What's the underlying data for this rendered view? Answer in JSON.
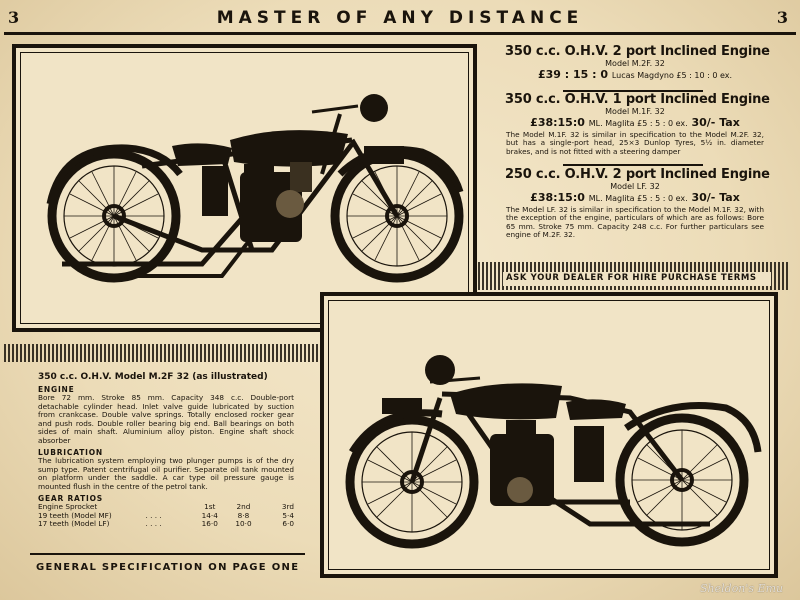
{
  "header": {
    "page_left": "3",
    "title": "MASTER OF ANY DISTANCE",
    "page_right": "3"
  },
  "models": [
    {
      "heading": "350 c.c. O.H.V. 2 port Inclined Engine",
      "model": "Model M.2F. 32",
      "price": "£39 : 15 : 0",
      "magneto": "Lucas Magdyno £5 : 10 : 0 ex.",
      "tax": "",
      "description": ""
    },
    {
      "heading": "350 c.c. O.H.V. 1 port Inclined Engine",
      "model": "Model M.1F. 32",
      "price": "£38:15:0",
      "magneto": "ML. Maglita £5 : 5 : 0 ex.",
      "tax": "30/- Tax",
      "description": "The Model M.1F. 32 is similar in specification to the Model M.2F. 32, but has a single-port head, 25×3 Dunlop Tyres, 5½ in. diameter brakes, and is not fitted with a steering damper"
    },
    {
      "heading": "250 c.c. O.H.V. 2 port Inclined Engine",
      "model": "Model LF. 32",
      "price": "£38:15:0",
      "magneto": "ML. Maglita £5 : 5 : 0 ex.",
      "tax": "30/- Tax",
      "description": "The Model LF. 32 is similar in specification to the Model M.1F. 32, with the exception of the engine, particulars of which are as follows: Bore 65 mm. Stroke 75 mm. Capacity 248 c.c. For further particulars see engine of M.2F. 32."
    }
  ],
  "ask_dealer": "ASK YOUR DEALER FOR HIRE PURCHASE TERMS",
  "spec": {
    "title": "350 c.c. O.H.V. Model M.2F 32 (as illustrated)",
    "engine_label": "ENGINE",
    "engine_text": "Bore 72 mm. Stroke 85 mm. Capacity 348 c.c. Double-port detachable cylinder head. Inlet valve guide lubricated by suction from crankcase. Double valve springs. Totally enclosed rocker gear and push rods. Double roller bearing big end. Ball bearings on both sides of main shaft. Aluminium alloy piston. Engine shaft shock absorber",
    "lubrication_label": "LUBRICATION",
    "lubrication_text": "The lubrication system employing two plunger pumps is of the dry sump type. Patent centrifugal oil purifier. Separate oil tank mounted on platform under the saddle. A car type oil pressure gauge is mounted flush in the centre of the petrol tank.",
    "gear_label": "GEAR RATIOS",
    "gear_headers": [
      "Engine Sprocket",
      "1st",
      "2nd",
      "3rd"
    ],
    "gear_rows": [
      {
        "label": "19 teeth (Model MF)",
        "dots": ". . . .",
        "first": "14·4",
        "second": "8·8",
        "third": "5·4"
      },
      {
        "label": "17 teeth (Model LF)",
        "dots": ". . . .",
        "first": "16·0",
        "second": "10·0",
        "third": "6·0"
      }
    ]
  },
  "footer": "GENERAL SPECIFICATION ON PAGE ONE",
  "watermark": "Sheldon's Emu",
  "colors": {
    "ink": "#1a140c",
    "paper": "#efe2c4"
  },
  "icons": {
    "motorcycle_1": "motorcycle-side-view-icon",
    "motorcycle_2": "motorcycle-side-view-icon"
  }
}
